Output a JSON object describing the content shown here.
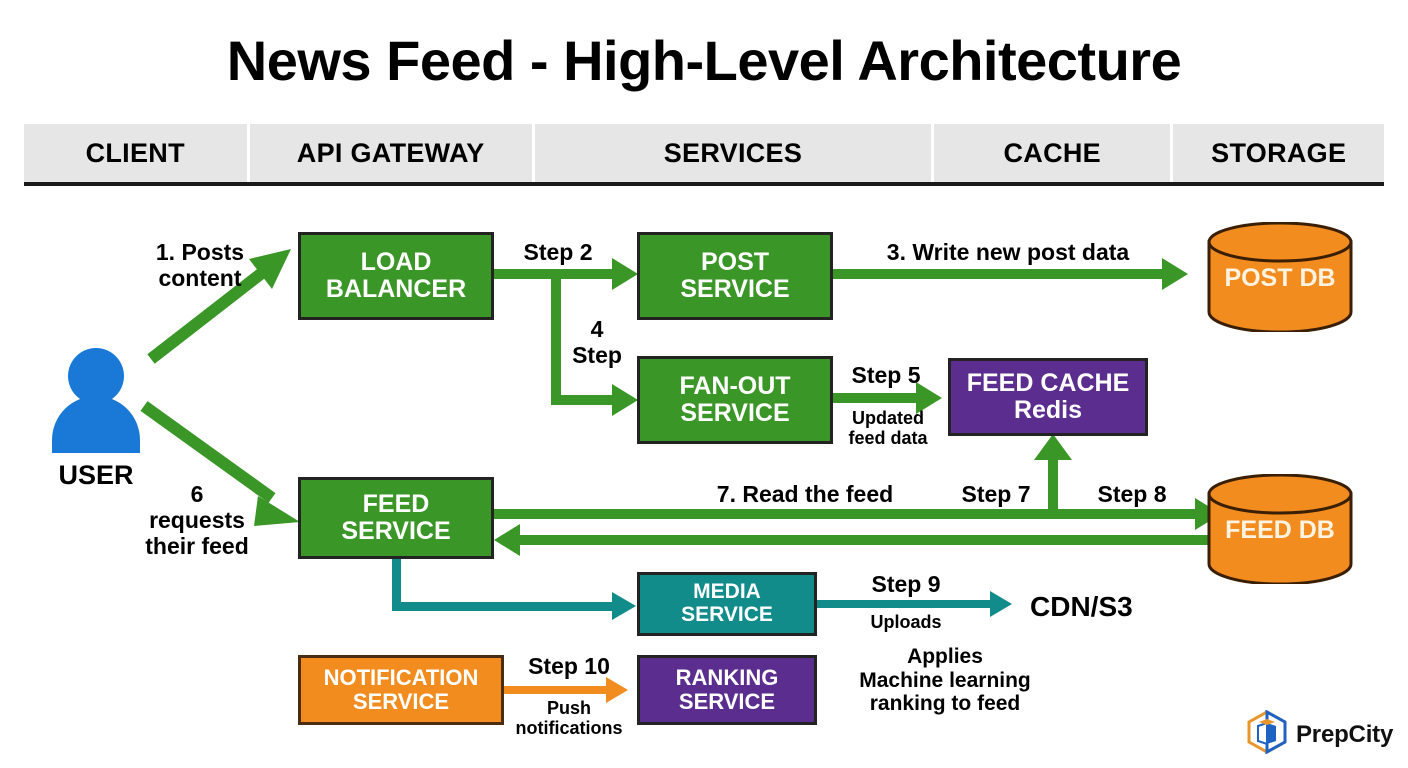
{
  "title": "News Feed - High-Level Architecture",
  "header": {
    "columns": [
      {
        "label": "CLIENT"
      },
      {
        "label": "API GATEWAY"
      },
      {
        "label": "SERVICES"
      },
      {
        "label": "CACHE"
      },
      {
        "label": "STORAGE"
      }
    ]
  },
  "actors": {
    "user": {
      "label": "USER",
      "icon": "user-icon",
      "color": "#1a79d6"
    }
  },
  "nodes": {
    "load_balancer": {
      "line1": "LOAD",
      "line2": "BALANCER",
      "color": "#3a9626"
    },
    "post_service": {
      "line1": "POST",
      "line2": "SERVICE",
      "color": "#3a9626"
    },
    "fanout_service": {
      "line1": "FAN-OUT",
      "line2": "SERVICE",
      "color": "#3a9626"
    },
    "feed_service": {
      "line1": "FEED",
      "line2": "SERVICE",
      "color": "#3a9626"
    },
    "feed_cache": {
      "line1": "FEED CACHE",
      "line2": "Redis",
      "color": "#5b2d8e"
    },
    "media_service": {
      "line1": "MEDIA",
      "line2": "SERVICE",
      "color": "#128b8b"
    },
    "notification_service": {
      "line1": "NOTIFICATION",
      "line2": "SERVICE",
      "color": "#f28c1e"
    },
    "ranking_service": {
      "line1": "RANKING",
      "line2": "SERVICE",
      "color": "#5b2d8e"
    },
    "post_db": {
      "label": "POST DB",
      "color": "#f28c1e"
    },
    "feed_db": {
      "label": "FEED DB",
      "color": "#f28c1e"
    },
    "cdn_s3": {
      "label": "CDN/S3"
    }
  },
  "edges": {
    "posts_content": {
      "line1": "1. Posts",
      "line2": "content"
    },
    "step2": {
      "label": "Step 2"
    },
    "write_post": {
      "label": "3. Write new post data"
    },
    "step4": {
      "line1": "4",
      "line2": "Step"
    },
    "step5": {
      "label": "Step 5",
      "sub1": "Updated",
      "sub2": "feed data"
    },
    "requests_feed": {
      "line1": "6",
      "line2": "requests",
      "line3": "their feed"
    },
    "read_feed": {
      "label": "7. Read the feed"
    },
    "step7": {
      "label": "Step 7"
    },
    "step8": {
      "label": "Step 8"
    },
    "step9": {
      "label": "Step 9",
      "sub": "Uploads"
    },
    "step10": {
      "label": "Step 10",
      "sub1": "Push",
      "sub2": "notifications"
    },
    "ranking_note": {
      "line1": "Applies",
      "line2": "Machine learning",
      "line3": "ranking to feed"
    }
  },
  "footer": {
    "brand": "PrepCity",
    "logo_icon": "prepcity-cube-logo-icon"
  },
  "palette": {
    "green": "#3a9626",
    "purple": "#5b2d8e",
    "teal": "#128b8b",
    "orange": "#f28c1e",
    "blue": "#1a79d6",
    "header_bg": "#e6e6e6"
  }
}
